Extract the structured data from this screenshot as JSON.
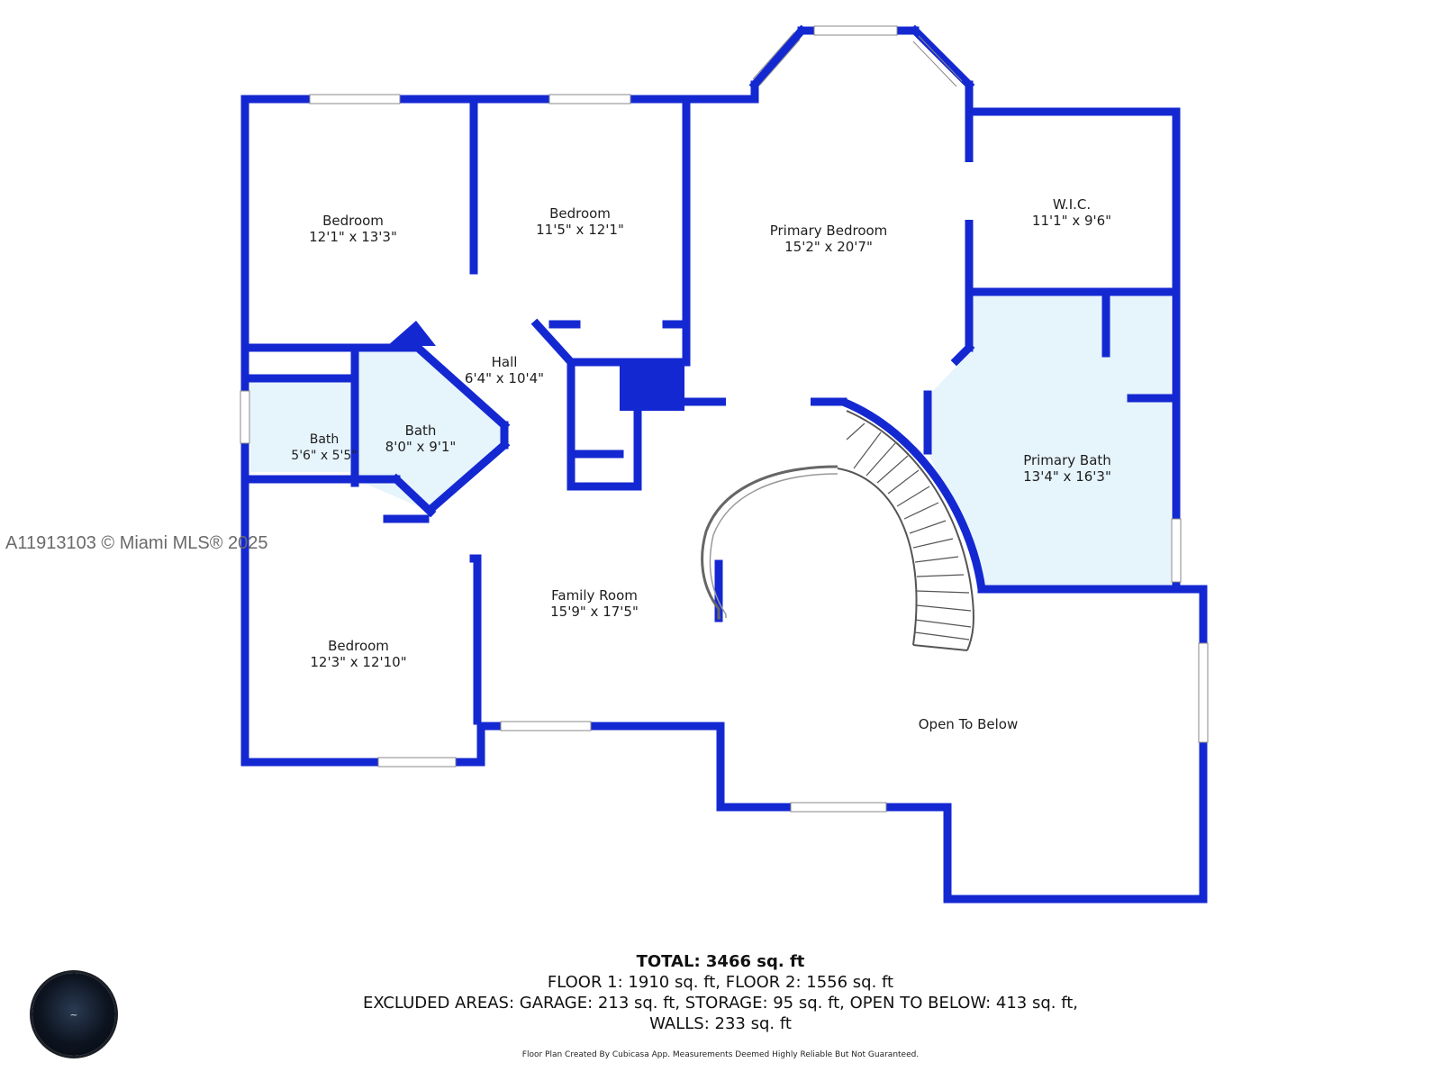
{
  "watermark": "A11913103 © Miami MLS® 2025",
  "rooms": [
    {
      "id": "bedroom-1",
      "name": "Bedroom",
      "dims": "12'1\" x 13'3\""
    },
    {
      "id": "bedroom-2",
      "name": "Bedroom",
      "dims": "11'5\" x 12'1\""
    },
    {
      "id": "primary-bedroom",
      "name": "Primary Bedroom",
      "dims": "15'2\" x 20'7\""
    },
    {
      "id": "wic",
      "name": "W.I.C.",
      "dims": "11'1\" x 9'6\""
    },
    {
      "id": "hall",
      "name": "Hall",
      "dims": "6'4\" x 10'4\""
    },
    {
      "id": "bath-small",
      "name": "Bath",
      "dims": "5'6\" x 5'5\""
    },
    {
      "id": "bath",
      "name": "Bath",
      "dims": "8'0\" x 9'1\""
    },
    {
      "id": "primary-bath",
      "name": "Primary Bath",
      "dims": "13'4\" x 16'3\""
    },
    {
      "id": "family-room",
      "name": "Family Room",
      "dims": "15'9\" x 17'5\""
    },
    {
      "id": "bedroom-3",
      "name": "Bedroom",
      "dims": "12'3\" x 12'10\""
    },
    {
      "id": "open-to-below",
      "name": "Open To Below",
      "dims": ""
    }
  ],
  "totals": {
    "total_label": "TOTAL: 3466 sq. ft",
    "floors": "FLOOR 1: 1910 sq. ft, FLOOR 2: 1556 sq. ft",
    "excluded": "EXCLUDED AREAS: GARAGE: 213 sq. ft, STORAGE: 95 sq. ft, OPEN TO BELOW: 413 sq. ft,",
    "walls": "WALLS: 233 sq. ft"
  },
  "disclaimer": "Floor Plan Created By Cubicasa App. Measurements Deemed Highly Reliable But Not Guaranteed.",
  "colors": {
    "wall": "#1428d2",
    "bath_fill": "#e6f4fc",
    "background": "#ffffff"
  }
}
